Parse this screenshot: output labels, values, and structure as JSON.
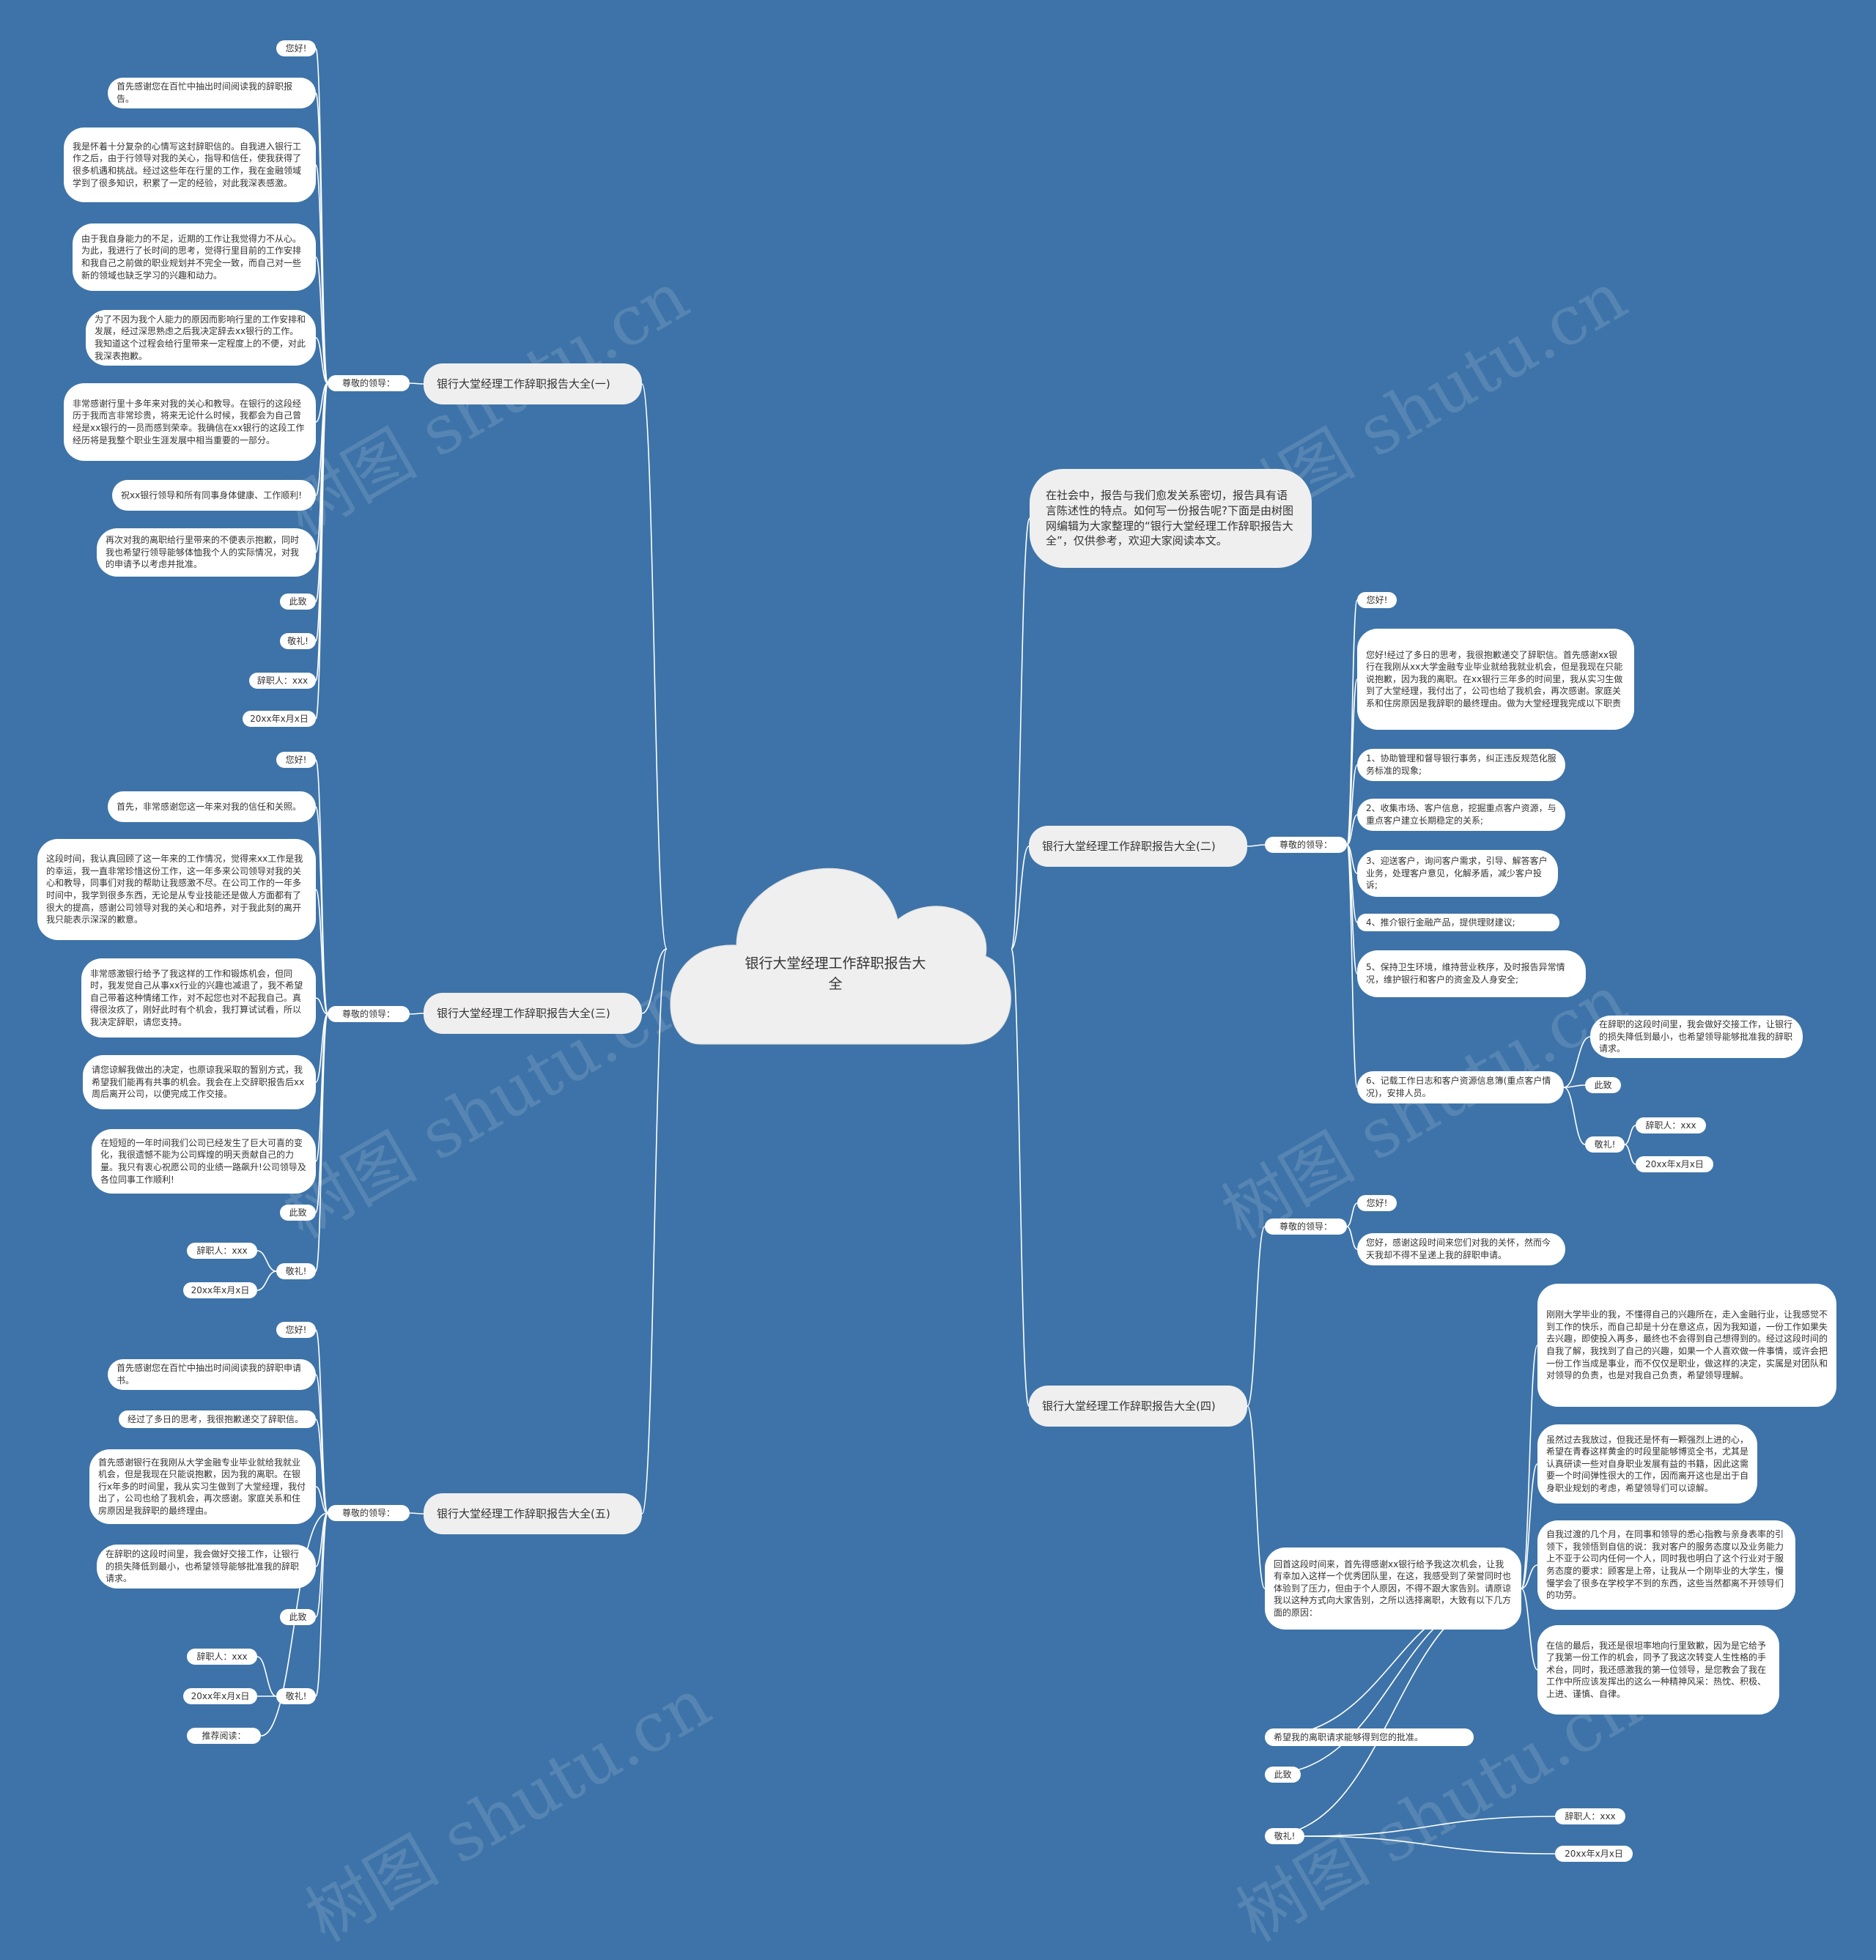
{
  "root": {
    "title": "银行大堂经理工作辞职报告大全"
  },
  "intro": "在社会中，报告与我们愈发关系密切，报告具有语言陈述性的特点。如何写一份报告呢?下面是由树图网编辑为大家整理的“银行大堂经理工作辞职报告大全”，仅供参考，欢迎大家阅读本文。",
  "salutation": "尊敬的领导：",
  "branches": {
    "b1": {
      "title": "银行大堂经理工作辞职报告大全(一)",
      "items": [
        "您好!",
        "首先感谢您在百忙中抽出时间阅读我的辞职报告。",
        "我是怀着十分复杂的心情写这封辞职信的。自我进入银行工作之后，由于行领导对我的关心，指导和信任，使我获得了很多机遇和挑战。经过这些年在行里的工作，我在金融领域学到了很多知识，积累了一定的经验，对此我深表感激。",
        "由于我自身能力的不足，近期的工作让我觉得力不从心。为此，我进行了长时间的思考，觉得行里目前的工作安排和我自己之前做的职业规划并不完全一致，而自己对一些新的领域也缺乏学习的兴趣和动力。",
        "为了不因为我个人能力的原因而影响行里的工作安排和发展，经过深思熟虑之后我决定辞去xx银行的工作。我知道这个过程会给行里带来一定程度上的不便，对此我深表抱歉。",
        "非常感谢行里十多年来对我的关心和教导。在银行的这段经历于我而言非常珍贵，将来无论什么时候，我都会为自己曾经是xx银行的一员而感到荣幸。我确信在xx银行的这段工作经历将是我整个职业生涯发展中相当重要的一部分。",
        "祝xx银行领导和所有同事身体健康、工作顺利!",
        "再次对我的离职给行里带来的不便表示抱歉，同时我也希望行领导能够体恤我个人的实际情况，对我的申请予以考虑并批准。",
        "此致",
        "敬礼!",
        "辞职人：xxx",
        "20xx年x月x日"
      ]
    },
    "b2": {
      "title": "银行大堂经理工作辞职报告大全(二)",
      "items": [
        "您好!",
        "您好!经过了多日的思考，我很抱歉递交了辞职信。首先感谢xx银行在我刚从xx大学金融专业毕业就给我就业机会，但是我现在只能说抱歉，因为我的离职。在xx银行三年多的时间里，我从实习生做到了大堂经理，我付出了，公司也给了我机会，再次感谢。家庭关系和住房原因是我辞职的最终理由。做为大堂经理我完成以下职责",
        "1、协助管理和督导银行事务，纠正违反规范化服务标准的现象;",
        "2、收集市场、客户信息，挖掘重点客户资源，与重点客户建立长期稳定的关系;",
        "3、迎送客户，询问客户需求，引导、解答客户业务，处理客户意见，化解矛盾，减少客户投诉;",
        "4、推介银行金融产品，提供理财建议;",
        "5、保持卫生环境，维持营业秩序，及时报告异常情况，维护银行和客户的资金及人身安全;",
        "6、记载工作日志和客户资源信息簿(重点客户情况)，安排人员。",
        "在辞职的这段时间里，我会做好交接工作，让银行的损失降低到最小，也希望领导能够批准我的辞职请求。",
        "此致",
        "敬礼!",
        "辞职人：xxx",
        "20xx年x月x日"
      ]
    },
    "b3": {
      "title": "银行大堂经理工作辞职报告大全(三)",
      "items": [
        "您好!",
        "首先，非常感谢您这一年来对我的信任和关照。",
        "这段时间，我认真回顾了这一年来的工作情况，觉得来xx工作是我的幸运，我一直非常珍惜这份工作，这一年多来公司领导对我的关心和教导，同事们对我的帮助让我感激不尽。在公司工作的一年多时间中，我学到很多东西，无论是从专业技能还是做人方面都有了很大的提高，感谢公司领导对我的关心和培养，对于我此刻的离开我只能表示深深的歉意。",
        "非常感激银行给予了我这样的工作和锻炼机会，但同时，我发觉自己从事xx行业的兴趣也减退了，我不希望自己带着这种情绪工作，对不起您也对不起我自己。真得很汝疚了，刚好此时有个机会，我打算试试看，所以我决定辞职，请您支持。",
        "请您谅解我做出的决定，也原谅我采取的暂别方式，我希望我们能再有共事的机会。我会在上交辞职报告后xx周后离开公司，以便完成工作交接。",
        "在短短的一年时间我们公司已经发生了巨大可喜的变化，我很遗憾不能为公司辉煌的明天贡献自己的力量。我只有衷心祝愿公司的业绩一路飙升!公司领导及各位同事工作顺利!",
        "此致",
        "敬礼!",
        "辞职人：xxx",
        "20xx年x月x日"
      ]
    },
    "b4": {
      "title": "银行大堂经理工作辞职报告大全(四)",
      "items": [
        "您好!",
        "您好，感谢这段时间来您们对我的关怀，然而今天我却不得不呈递上我的辞职申请。",
        "回首这段时间来，首先得感谢xx银行给予我这次机会，让我有幸加入这样一个优秀团队里，在这，我感受到了荣誉同时也体验到了压力，但由于个人原因，不得不跟大家告别。请原谅我以这种方式向大家告别，之所以选择离职，大致有以下几方面的原因：",
        "刚刚大学毕业的我，不懂得自己的兴趣所在，走入金融行业，让我感觉不到工作的快乐，而自己却是十分在意这点，因为我知道，一份工作如果失去兴趣，即使投入再多，最终也不会得到自己想得到的。经过这段时间的自我了解，我找到了自己的兴趣，如果一个人喜欢做一件事情，或许会把一份工作当成是事业，而不仅仅是职业，做这样的决定，实属是对团队和对领导的负责，也是对我自己负责，希望领导理解。",
        "虽然过去我放过，但我还是怀有一颗强烈上进的心，希望在青春这样黄金的时段里能够博览全书，尤其是认真研读一些对自身职业发展有益的书籍，因此这需要一个时间弹性很大的工作，因而离开这也是出于自身职业规划的考虑，希望领导们可以谅解。",
        "自我过渡的几个月，在同事和领导的悉心指教与亲身表率的引领下，我领悟到自信的说：我对客户的服务态度以及业务能力上不亚于公司内任何一个人，同时我也明白了这个行业对于服务态度的要求：顾客是上帝，让我从一个刚毕业的大学生，慢慢学会了很多在学校学不到的东西，这些当然都离不开领导们的功劳。",
        "在信的最后，我还是很坦率地向行里致歉，因为是它给予了我第一份工作的机会，同予了我这次转变人生性格的手术台，同时，我还感激我的第一位领导，是您教会了我在工作中所应该发挥出的这么一种精神风采：热忱、积极、上进、谨慎、自律。",
        "希望我的离职请求能够得到您的批准。",
        "此致",
        "敬礼!",
        "辞职人：xxx",
        "20xx年x月x日"
      ]
    },
    "b5": {
      "title": "银行大堂经理工作辞职报告大全(五)",
      "items": [
        "您好!",
        "首先感谢您在百忙中抽出时间阅读我的辞职申请书。",
        "经过了多日的思考，我很抱歉递交了辞职信。",
        "首先感谢银行在我刚从大学金融专业毕业就给我就业机会，但是我现在只能说抱歉，因为我的离职。在银行x年多的时间里，我从实习生做到了大堂经理，我付出了，公司也给了我机会，再次感谢。家庭关系和住房原因是我辞职的最终理由。",
        "在辞职的这段时间里，我会做好交接工作，让银行的损失降低到最小，也希望领导能够批准我的辞职请求。",
        "此致",
        "敬礼!",
        "辞职人：xxx",
        "20xx年x月x日",
        "推荐阅读："
      ]
    }
  },
  "watermarks": [
    "树图 shutu.cn",
    "树图 shutu.cn",
    "树图 shutu.cn",
    "树图 shutu.cn",
    "树图 shutu.cn",
    "树图 shutu.cn"
  ],
  "colors": {
    "background": "#3d73a8",
    "node": "#ffffff",
    "branch": "#efefef",
    "line": "#ffffff",
    "text": "#333333"
  }
}
